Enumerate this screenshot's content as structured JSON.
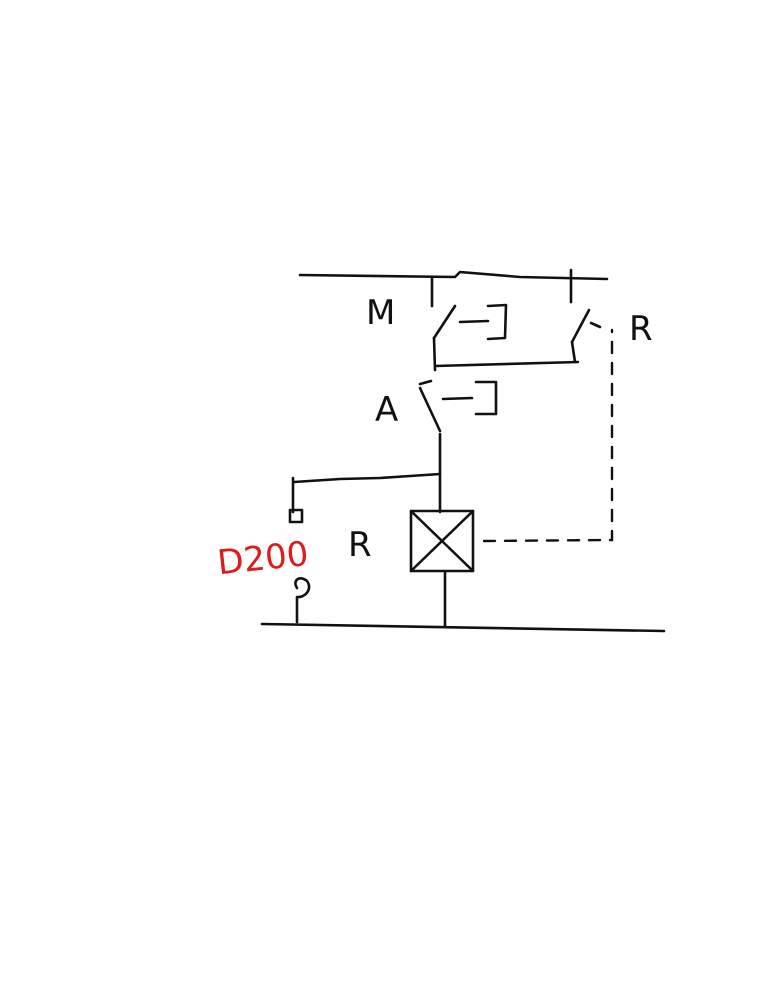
{
  "diagram": {
    "labels": {
      "m": "M",
      "r_top": "R",
      "a": "A",
      "r_relay": "R",
      "sensor": "D200"
    },
    "colors": {
      "ink": "#111111",
      "annotation": "#e01b1b"
    }
  }
}
